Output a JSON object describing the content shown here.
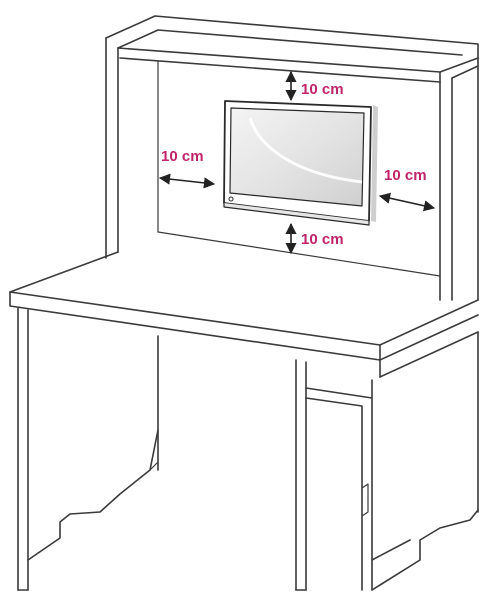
{
  "diagram": {
    "clearance_labels": {
      "top": "10 cm",
      "left": "10 cm",
      "right": "10 cm",
      "bottom": "10 cm"
    },
    "colors": {
      "label": "#c0256a",
      "line": "#3a3a3a",
      "background": "#ffffff"
    }
  }
}
